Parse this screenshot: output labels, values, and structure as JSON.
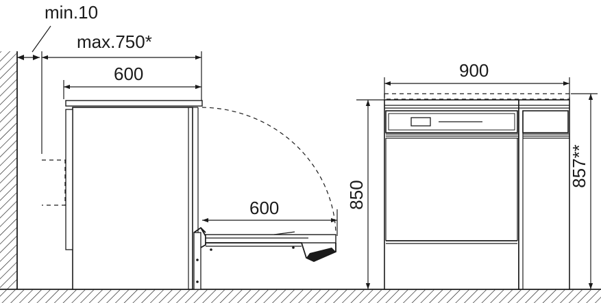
{
  "labels": {
    "min_gap": "min.10",
    "max_depth": "max.750*",
    "side_depth": "600",
    "door_open_depth": "600",
    "front_width": "900",
    "front_height": "850",
    "front_height_max": "857**"
  }
}
